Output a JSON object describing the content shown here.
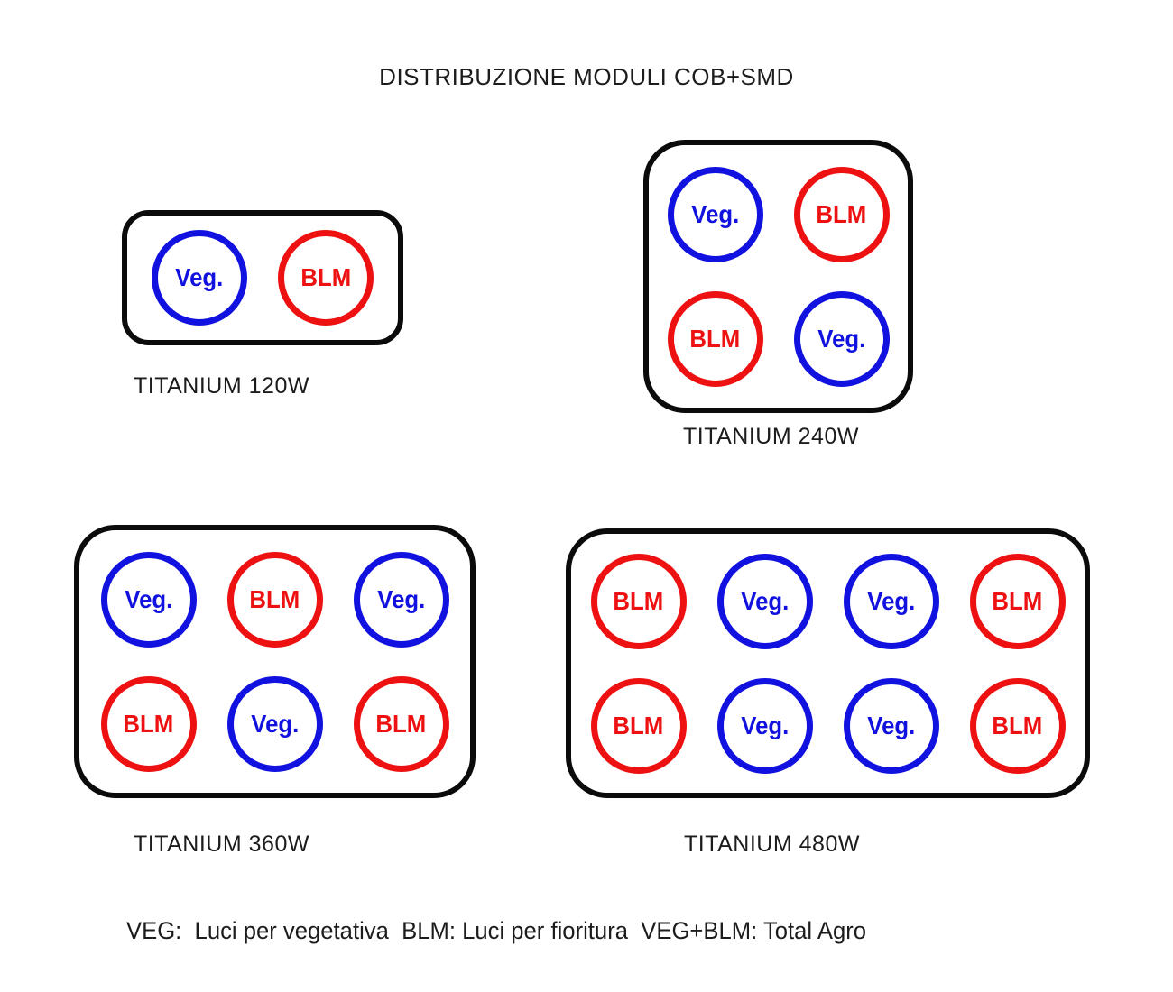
{
  "title": "DISTRIBUZIONE MODULI COB+SMD",
  "legend": "VEG:  Luci per vegetativa  BLM: Luci per fioritura  VEG+BLM: Total Agro",
  "circle_labels": {
    "veg": "Veg.",
    "blm": "BLM"
  },
  "colors": {
    "veg_blue": "#1212e0",
    "blm_red": "#ee1111",
    "outline_black": "#0b0b0b",
    "text": "#1c1c1c"
  },
  "modules": [
    {
      "name": "TITANIUM 120W",
      "rows": 1,
      "cols": 2,
      "cells": [
        "veg",
        "blm"
      ]
    },
    {
      "name": "TITANIUM 240W",
      "rows": 2,
      "cols": 2,
      "cells": [
        "veg",
        "blm",
        "blm",
        "veg"
      ]
    },
    {
      "name": "TITANIUM 360W",
      "rows": 2,
      "cols": 3,
      "cells": [
        "veg",
        "blm",
        "veg",
        "blm",
        "veg",
        "blm"
      ]
    },
    {
      "name": "TITANIUM 480W",
      "rows": 2,
      "cols": 4,
      "cells": [
        "blm",
        "veg",
        "veg",
        "blm",
        "blm",
        "veg",
        "veg",
        "blm"
      ]
    }
  ]
}
